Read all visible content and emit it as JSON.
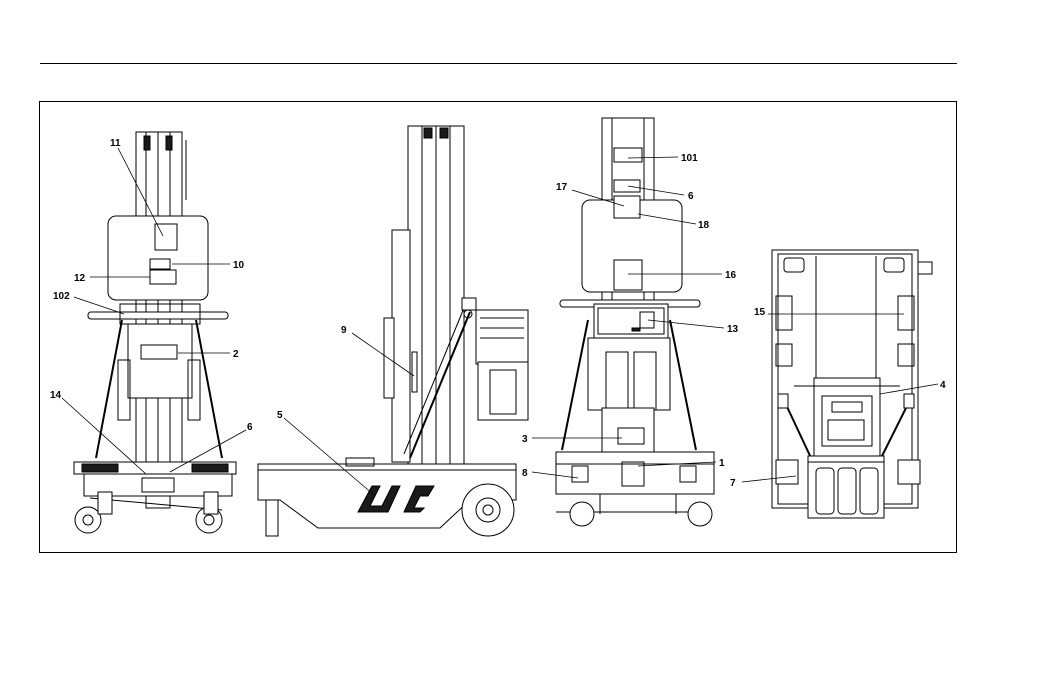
{
  "callouts": [
    {
      "id": "c11",
      "text": "11"
    },
    {
      "id": "c10",
      "text": "10"
    },
    {
      "id": "c12",
      "text": "12"
    },
    {
      "id": "c102",
      "text": "102"
    },
    {
      "id": "c2",
      "text": "2"
    },
    {
      "id": "c14",
      "text": "14"
    },
    {
      "id": "c6a",
      "text": "6"
    },
    {
      "id": "c9",
      "text": "9"
    },
    {
      "id": "c5",
      "text": "5"
    },
    {
      "id": "c101",
      "text": "101"
    },
    {
      "id": "c17",
      "text": "17"
    },
    {
      "id": "c6b",
      "text": "6"
    },
    {
      "id": "c18",
      "text": "18"
    },
    {
      "id": "c16",
      "text": "16"
    },
    {
      "id": "c13",
      "text": "13"
    },
    {
      "id": "c3",
      "text": "3"
    },
    {
      "id": "c1",
      "text": "1"
    },
    {
      "id": "c8",
      "text": "8"
    },
    {
      "id": "c15",
      "text": "15"
    },
    {
      "id": "c4",
      "text": "4"
    },
    {
      "id": "c7",
      "text": "7"
    }
  ]
}
